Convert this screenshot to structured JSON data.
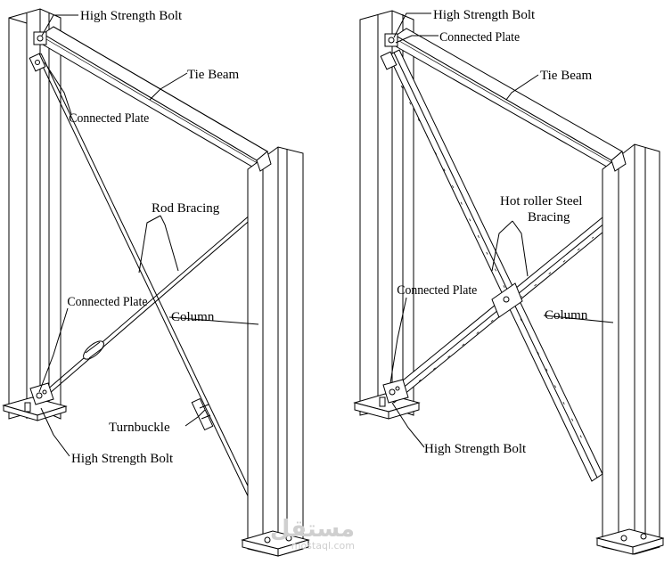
{
  "left": {
    "labels": {
      "bolt_top": "High Strength Bolt",
      "tie_beam": "Tie Beam",
      "plate_top": "Connected Plate",
      "rod_bracing": "Rod Bracing",
      "plate_bottom": "Connected Plate",
      "column": "Column",
      "turnbuckle": "Turnbuckle",
      "bolt_bottom": "High Strength Bolt"
    }
  },
  "right": {
    "labels": {
      "bolt_top": "High Strength Bolt",
      "plate_top": "Connected Plate",
      "tie_beam": "Tie Beam",
      "steel_bracing_line1": "Hot roller Steel",
      "steel_bracing_line2": "Bracing",
      "plate_bottom": "Connected Plate",
      "column": "Column",
      "bolt_bottom": "High Strength Bolt"
    }
  },
  "watermark": {
    "arabic": "مستقل",
    "latin": "mostaql.com"
  }
}
